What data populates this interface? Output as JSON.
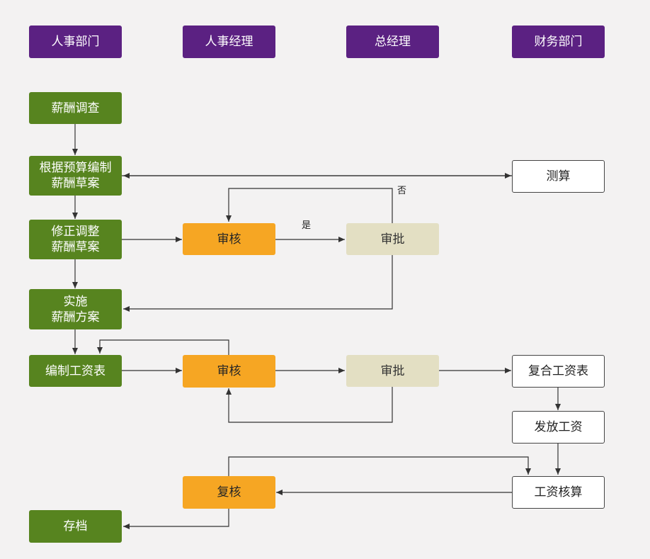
{
  "colors": {
    "background": "#f3f2f2",
    "header": "#5b2182",
    "hr_step": "#57841f",
    "review": "#f6a623",
    "approval": "#e3dfc3",
    "finance": "#ffffff",
    "connector": "#333333"
  },
  "lanes": {
    "hr_dept": "人事部门",
    "hr_manager": "人事经理",
    "general_manager": "总经理",
    "finance_dept": "财务部门"
  },
  "nodes": {
    "salary_survey": "薪酬调查",
    "draft_by_budget": "根据预算编制\n薪酬草案",
    "revise_draft": "修正调整\n薪酬草案",
    "implement_plan": "实施\n薪酬方案",
    "make_payroll": "编制工资表",
    "archive": "存档",
    "review_1": "审核",
    "review_2": "审核",
    "recheck": "复核",
    "approve_1": "审批",
    "approve_2": "审批",
    "estimate": "测算",
    "recheck_payroll": "复合工资表",
    "pay_salary": "发放工资",
    "payroll_calc": "工资核算"
  },
  "edge_labels": {
    "yes": "是",
    "no": "否"
  }
}
